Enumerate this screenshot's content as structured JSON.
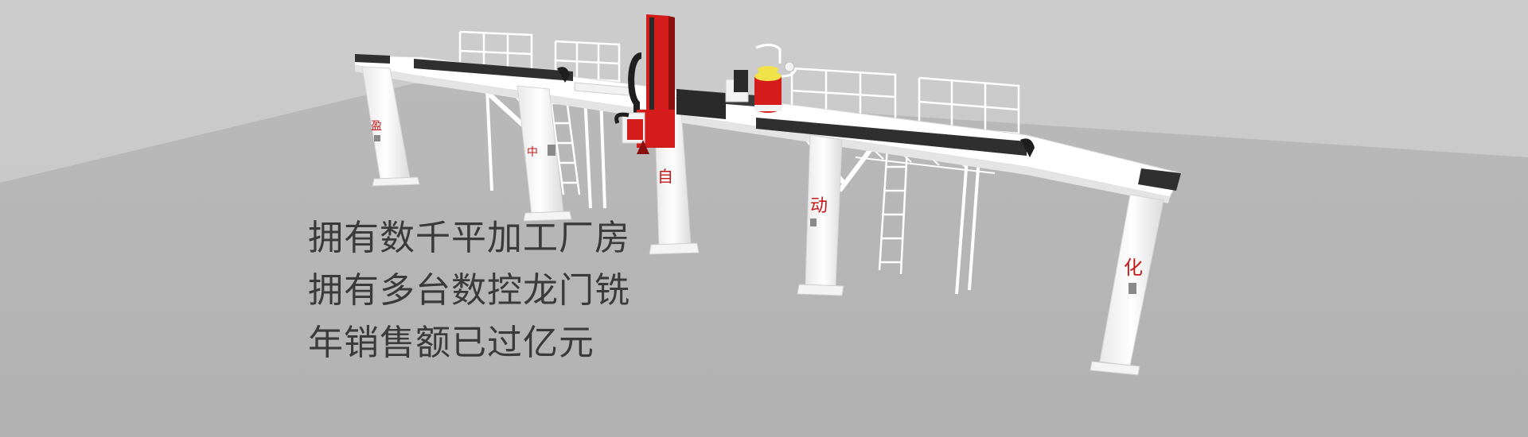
{
  "slogan": {
    "lines": [
      "拥有数千平加工厂房",
      "拥有多台数控龙门铣",
      "年销售额已过亿元"
    ]
  },
  "pillar_chars": [
    "盈",
    "中",
    "自",
    "动",
    "化"
  ],
  "colors": {
    "background_light": "#cfcfcf",
    "background_floor": "#b4b4b4",
    "frame_white": "#ffffff",
    "rail_black": "#2e2e2e",
    "accent_red": "#d41c1c",
    "accent_yellow": "#f2e24a",
    "text_dark": "#3a3a3a"
  }
}
